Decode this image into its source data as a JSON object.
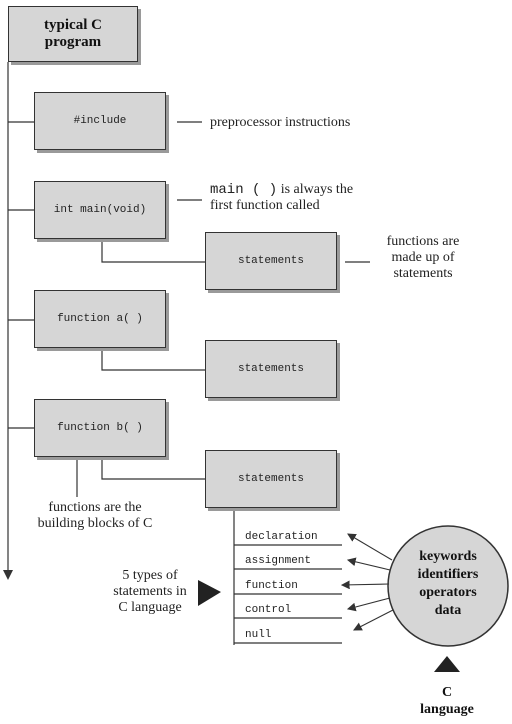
{
  "title": [
    "typical C",
    "program"
  ],
  "boxes": {
    "include": "#include",
    "main": "int main(void)",
    "statements1": "statements",
    "function_a": "function a( )",
    "statements2": "statements",
    "function_b": "function b( )",
    "statements3": "statements"
  },
  "notes": {
    "preprocessor": "preprocessor instructions",
    "main_code": "main ( )",
    "main_rest": " is always the",
    "main_line2": "first function called",
    "functions_made": [
      "functions are",
      "made up of",
      "statements"
    ],
    "building_blocks": [
      "functions are the",
      "building blocks of C"
    ],
    "five_types": [
      "5 types of",
      "statements in",
      "C language"
    ],
    "language": [
      "C",
      "language"
    ]
  },
  "statement_types": [
    "declaration",
    "assignment",
    "function",
    "control",
    "null"
  ],
  "circle_items": [
    "keywords",
    "identifiers",
    "operators",
    "data"
  ]
}
